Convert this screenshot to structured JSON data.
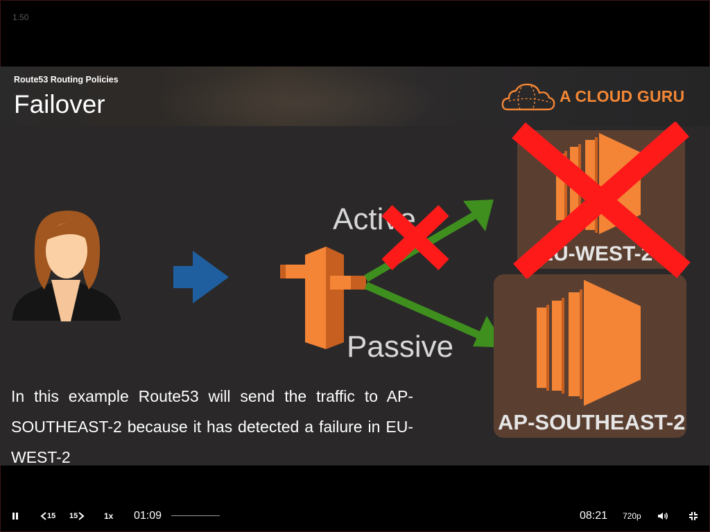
{
  "player": {
    "speed_readout": "1.50",
    "controls": {
      "back_label": "15",
      "forward_label": "15",
      "rate_label": "1x",
      "current_time": "01:09",
      "duration": "08:21",
      "quality": "720p",
      "progress": 0
    },
    "icons": {
      "pause": "pause-icon",
      "rewind": "rewind-15-icon",
      "forward": "forward-15-icon",
      "volume": "volume-icon",
      "exit_fullscreen": "exit-fullscreen-icon"
    }
  },
  "slide": {
    "subtitle": "Route53 Routing Policies",
    "title": "Failover",
    "brand": "A CLOUD GURU",
    "diagram": {
      "active_label": "Active",
      "passive_label": "Passive",
      "primary_region": "EU-WEST-2",
      "secondary_region": "AP-SOUTHEAST-2"
    },
    "caption": "In this example Route53 will send the traffic to AP-SOUTHEAST-2 because it has detected a failure in EU-WEST-2"
  },
  "colors": {
    "brand_orange": "#f48735",
    "aws_orange": "#f58536",
    "arrow_green": "#3f8f1f",
    "failure_red": "#ff1a1a",
    "arrow_blue": "#1f5f9f"
  }
}
